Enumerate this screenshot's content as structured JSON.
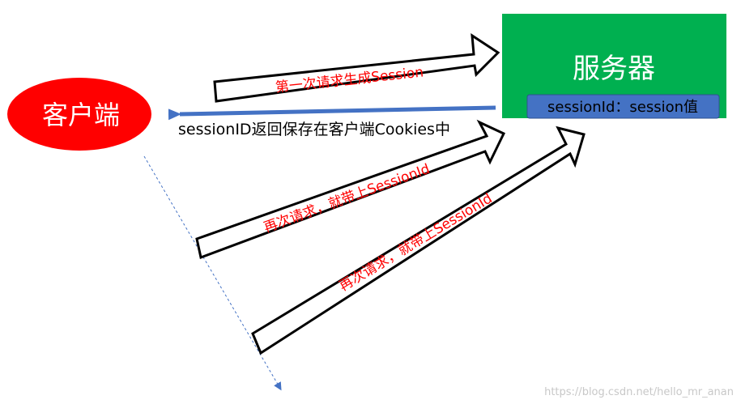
{
  "client": {
    "label": "客户端",
    "color": "#ff0000"
  },
  "server": {
    "label": "服务器",
    "color": "#00b050",
    "session_box": {
      "label": "sessionId：session值",
      "color": "#4472c4"
    }
  },
  "arrows": {
    "first_request": "第一次请求生成Session",
    "return_label": "sessionID返回保存在客户端Cookies中",
    "second_request": "再次请求，就带上SessionId",
    "third_request": "再次请求，就带上SessionId",
    "return_color": "#4472c4"
  },
  "watermark": "https://blog.csdn.net/hello_mr_anan"
}
